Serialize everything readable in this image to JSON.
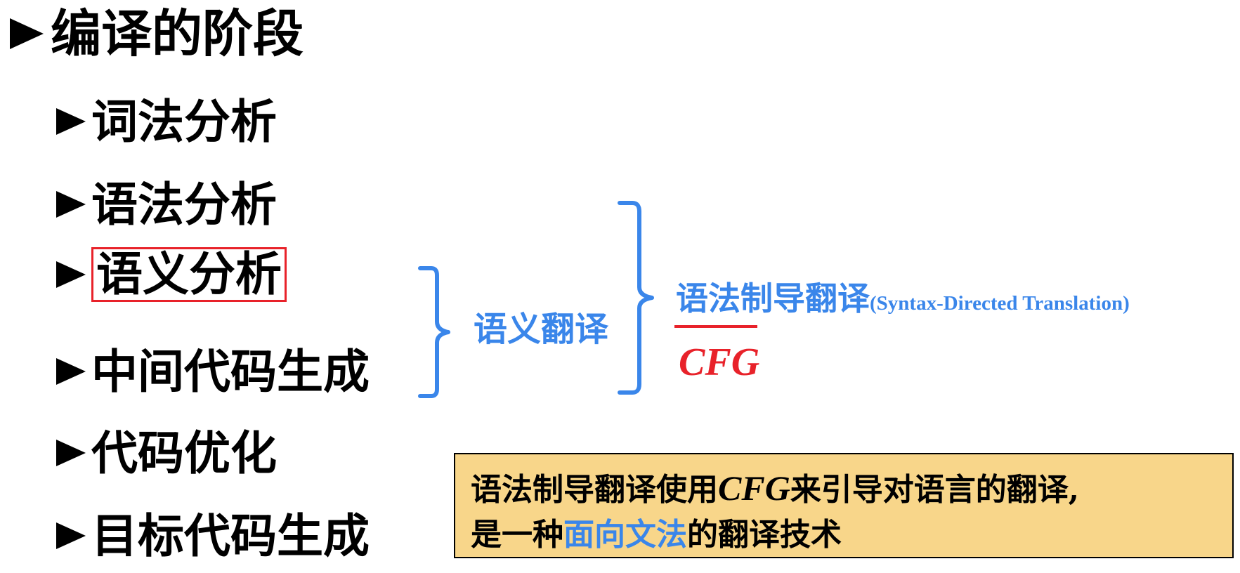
{
  "title": "编译的阶段",
  "phases": [
    "词法分析",
    "语法分析",
    "语义分析",
    "中间代码生成",
    "代码优化",
    "目标代码生成"
  ],
  "semantic_translation_label": "语义翻译",
  "syntax_directed": {
    "zh": "语法制导翻译",
    "en": "(Syntax-Directed Translation)"
  },
  "cfg_label": "CFG",
  "note": {
    "part1": "语法制导翻译使用",
    "em": "CFG",
    "part2": "来引导对语言的翻译,",
    "part3": "是一种",
    "highlight": "面向文法",
    "part4": "的翻译技术"
  },
  "colors": {
    "accent_blue": "#3a86ea",
    "highlight_red": "#e8222a",
    "note_bg": "#f8d68a"
  }
}
